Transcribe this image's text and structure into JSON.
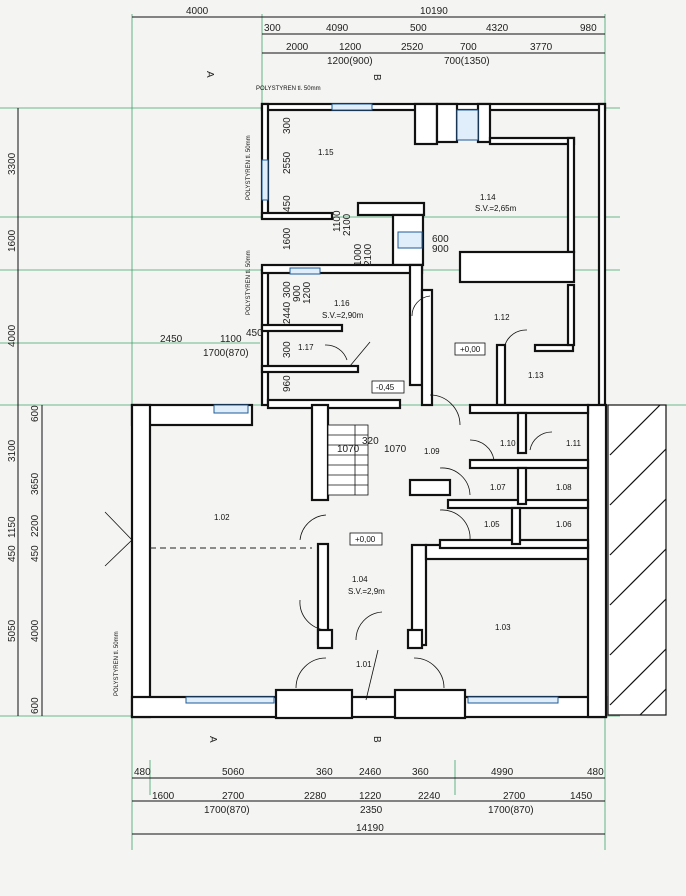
{
  "dims_top": {
    "row1": [
      "4000",
      "10190"
    ],
    "row2": [
      "300",
      "4090",
      "500",
      "4320",
      "980"
    ],
    "row3": [
      "2000",
      "1200",
      "2520",
      "700",
      "3770"
    ],
    "row4": [
      "1200(900)",
      "700(1350)"
    ]
  },
  "dims_bottom": {
    "row1": [
      "480",
      "5060",
      "360",
      "2460",
      "360",
      "4990",
      "480"
    ],
    "row2": [
      "1600",
      "2700",
      "2280",
      "1220",
      "2240",
      "2700",
      "1450"
    ],
    "row3": [
      "1700(870)",
      "2350",
      "1700(870)"
    ],
    "total": "14190"
  },
  "dims_left": {
    "outer": [
      "3300",
      "1600",
      "4000",
      "3100",
      "3650",
      "1150",
      "450",
      "5050",
      "600"
    ],
    "inner": [
      "600",
      "2200",
      "450",
      "4000"
    ]
  },
  "dims_inner": {
    "d300a": "300",
    "d2550": "2550",
    "d450": "450",
    "d1100": "1100",
    "d2100a": "2100",
    "d1600": "1600",
    "d1000": "1000",
    "d2100b": "2100",
    "d600": "600",
    "d900a": "900",
    "d300b": "300",
    "d900b": "900",
    "d1200": "1200",
    "d2440": "2440",
    "d300c": "300",
    "d960": "960",
    "d2450": "2450",
    "d1100b": "1100",
    "d450b": "450",
    "d1700": "1700(870)",
    "d1070a": "1070",
    "d320": "320",
    "d1070b": "1070"
  },
  "rooms": {
    "r115": "1.15",
    "r114": "1.14",
    "r114sv": "S.V.=2,65m",
    "r116": "1.16",
    "r116sv": "S.V.=2,90m",
    "r117": "1.17",
    "r112": "1.12",
    "r113": "1.13",
    "lvl000a": "+0,00",
    "lvlm045": "-0,45",
    "r109": "1.09",
    "r110": "1.10",
    "r111": "1.11",
    "r107": "1.07",
    "r108": "1.08",
    "r105": "1.05",
    "r106": "1.06",
    "r102": "1.02",
    "lvl000b": "+0,00",
    "r104": "1.04",
    "r104sv": "S.V.=2,9m",
    "r103": "1.03",
    "r101": "1.01"
  },
  "insulation": {
    "top": "POLYSTYREN tl. 50mm",
    "left1": "POLYSTYREN tl. 50mm",
    "left2": "POLYSTYREN tl. 50mm",
    "bottom": "POLYSTYREN tl. 50mm"
  },
  "sections": {
    "a_top": "A",
    "b_top": "B",
    "a_bottom": "A",
    "b_bottom": "B"
  }
}
